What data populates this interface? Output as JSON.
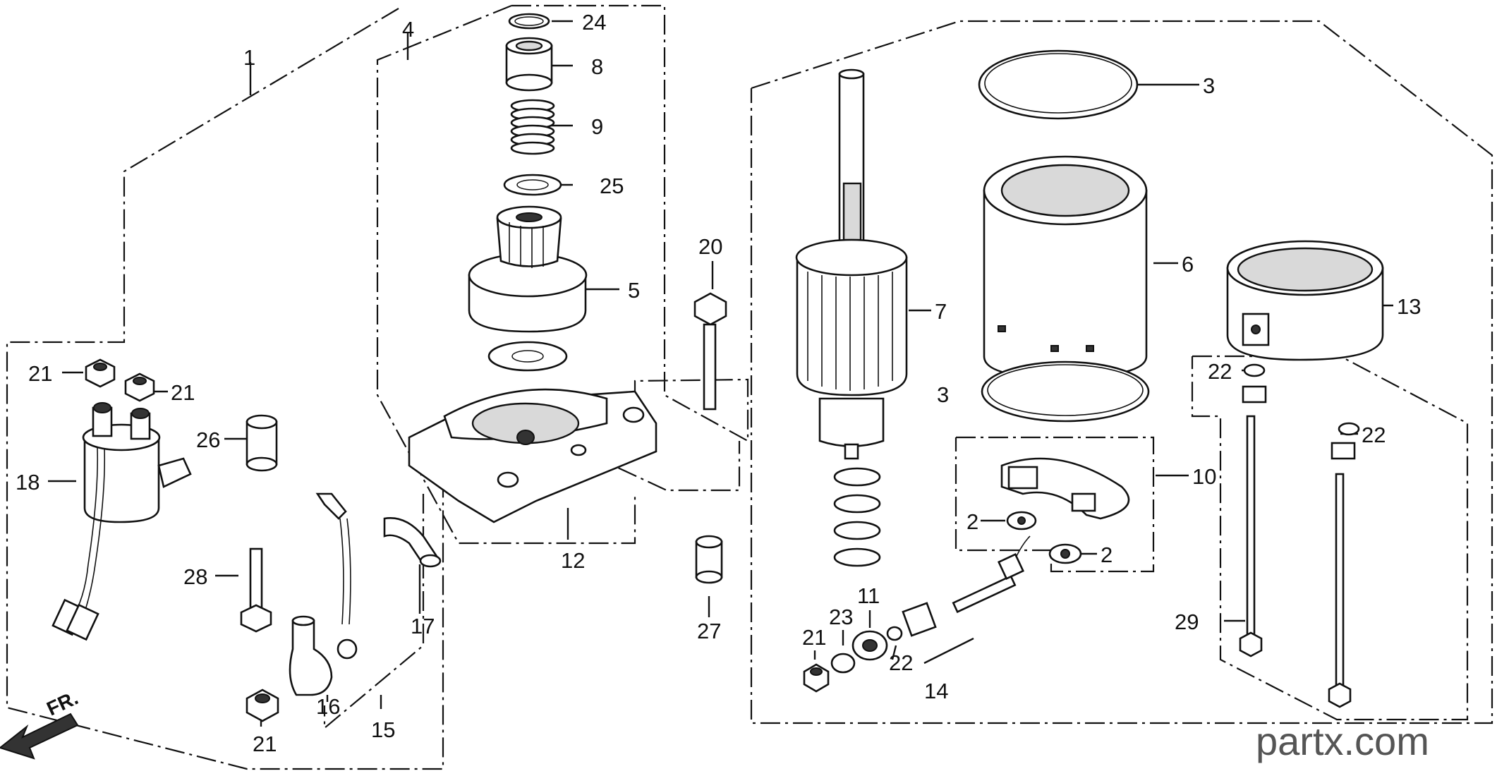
{
  "diagram": {
    "callouts": [
      "1",
      "4",
      "24",
      "8",
      "9",
      "25",
      "5",
      "20",
      "12",
      "26",
      "18",
      "21",
      "21",
      "28",
      "17",
      "15",
      "16",
      "21",
      "27",
      "3",
      "6",
      "7",
      "3",
      "13",
      "22",
      "22",
      "10",
      "2",
      "2",
      "11",
      "23",
      "21",
      "22",
      "14",
      "29"
    ],
    "direction_label": "FR.",
    "watermark": "partx.com"
  }
}
